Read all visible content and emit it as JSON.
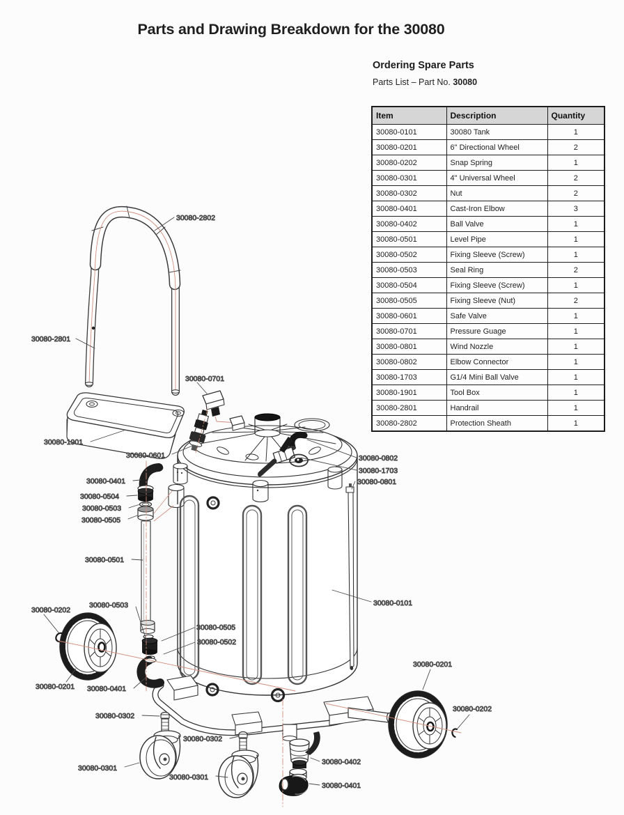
{
  "page": {
    "title": "Parts and Drawing Breakdown for the 30080"
  },
  "ordering": {
    "heading": "Ordering Spare Parts",
    "subheading_prefix": "Parts List – Part No. ",
    "part_no": "30080"
  },
  "table": {
    "headers": [
      "Item",
      "Description",
      "Quantity"
    ],
    "rows": [
      [
        "30080-0101",
        "30080 Tank",
        "1"
      ],
      [
        "30080-0201",
        "6\" Directional Wheel",
        "2"
      ],
      [
        "30080-0202",
        "Snap Spring",
        "1"
      ],
      [
        "30080-0301",
        "4\" Universal Wheel",
        "2"
      ],
      [
        "30080-0302",
        "Nut",
        "2"
      ],
      [
        "30080-0401",
        "Cast-Iron Elbow",
        "3"
      ],
      [
        "30080-0402",
        "Ball Valve",
        "1"
      ],
      [
        "30080-0501",
        "Level Pipe",
        "1"
      ],
      [
        "30080-0502",
        "Fixing Sleeve (Screw)",
        "1"
      ],
      [
        "30080-0503",
        "Seal Ring",
        "2"
      ],
      [
        "30080-0504",
        "Fixing Sleeve (Screw)",
        "1"
      ],
      [
        "30080-0505",
        "Fixing Sleeve (Nut)",
        "2"
      ],
      [
        "30080-0601",
        "Safe Valve",
        "1"
      ],
      [
        "30080-0701",
        "Pressure Guage",
        "1"
      ],
      [
        "30080-0801",
        "Wind Nozzle",
        "1"
      ],
      [
        "30080-0802",
        "Elbow Connector",
        "1"
      ],
      [
        "30080-1703",
        "G1/4 Mini Ball Valve",
        "1"
      ],
      [
        "30080-1901",
        "Tool Box",
        "1"
      ],
      [
        "30080-2801",
        "Handrail",
        "1"
      ],
      [
        "30080-2802",
        "Protection Sheath",
        "1"
      ]
    ]
  },
  "diagram": {
    "labels": [
      "30080-2802",
      "30080-2801",
      "30080-0701",
      "30080-1901",
      "30080-0601",
      "30080-0401",
      "30080-0504",
      "30080-0503",
      "30080-0505",
      "30080-0802",
      "30080-1703",
      "30080-0801",
      "30080-0501",
      "30080-0202",
      "30080-0503",
      "30080-0505",
      "30080-0502",
      "30080-0201",
      "30080-0401",
      "30080-0302",
      "30080-0302",
      "30080-0301",
      "30080-0301",
      "30080-0402",
      "30080-0401",
      "30080-0101",
      "30080-0201",
      "30080-0202"
    ]
  },
  "colors": {
    "ink": "#333333",
    "centerline_accent": "#cf8d7c",
    "table_header_bg": "#d6d6d6"
  }
}
